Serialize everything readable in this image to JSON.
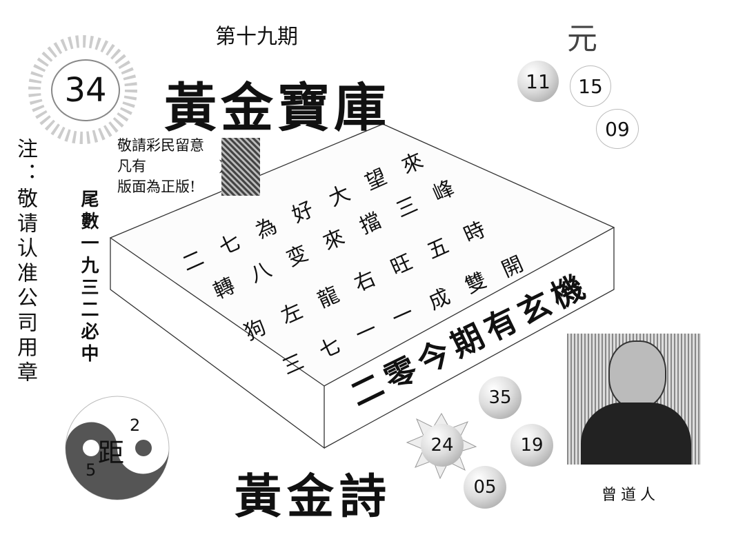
{
  "issue": "第十九期",
  "issue_number": "34",
  "title": "黃金寶庫",
  "corner_mark": "元",
  "top_balls": [
    "11",
    "15",
    "09"
  ],
  "notice": [
    "敬請彩民留意",
    "凡有　　　　　)",
    "版面為正版!"
  ],
  "left_note": "注：敬请认准公司用章",
  "tail_hint": "尾數一九三二必中",
  "poem_rows": [
    "二七為好大望來",
    "轉八变來擋三峰",
    "狗左龍右旺五時",
    "三七一一成雙開"
  ],
  "slogan": "二零今期有玄機",
  "bottom_title": "黃金詩",
  "bottom_balls": [
    "35",
    "24",
    "19",
    "05"
  ],
  "distance": {
    "label": "距",
    "top": "2",
    "left": "5"
  },
  "author": "曾道人"
}
